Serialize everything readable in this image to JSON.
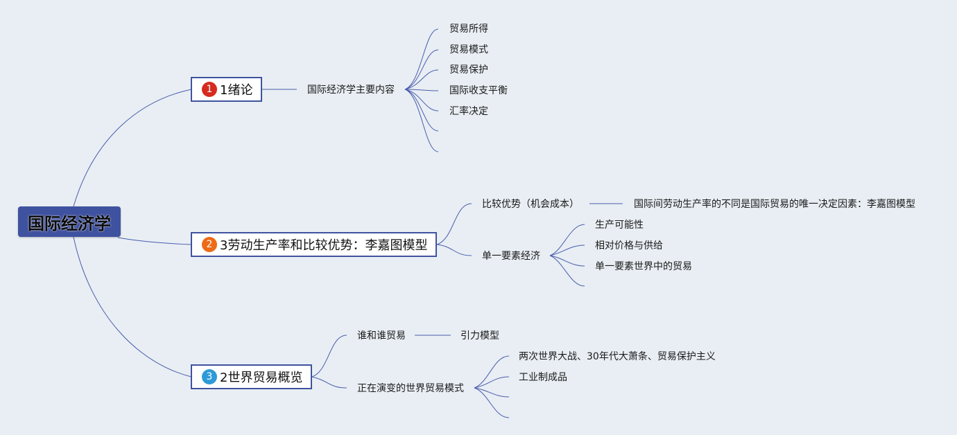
{
  "root": {
    "label": "国际经济学"
  },
  "colors": {
    "line": "#4a5cae",
    "badge1": "#d62a1e",
    "badge2": "#ee6a16",
    "badge3": "#2e9ad8"
  },
  "topics": [
    {
      "number": "1",
      "label": "1绪论",
      "children": [
        {
          "label": "国际经济学主要内容",
          "children": [
            "贸易所得",
            "贸易模式",
            "贸易保护",
            "国际收支平衡",
            "汇率决定",
            "",
            ""
          ]
        }
      ]
    },
    {
      "number": "2",
      "label": "3劳动生产率和比较优势：李嘉图模型",
      "children": [
        {
          "label": "比较优势（机会成本）",
          "children": [
            "国际间劳动生产率的不同是国际贸易的唯一决定因素：李嘉图模型"
          ]
        },
        {
          "label": "单一要素经济",
          "children": [
            "生产可能性",
            "相对价格与供给",
            "单一要素世界中的贸易",
            ""
          ]
        }
      ]
    },
    {
      "number": "3",
      "label": "2世界贸易概览",
      "children": [
        {
          "label": "谁和谁贸易",
          "children": [
            "引力模型"
          ]
        },
        {
          "label": "正在演变的世界贸易模式",
          "children": [
            "两次世界大战、30年代大萧条、贸易保护主义",
            "工业制成品",
            "",
            ""
          ]
        }
      ]
    }
  ]
}
